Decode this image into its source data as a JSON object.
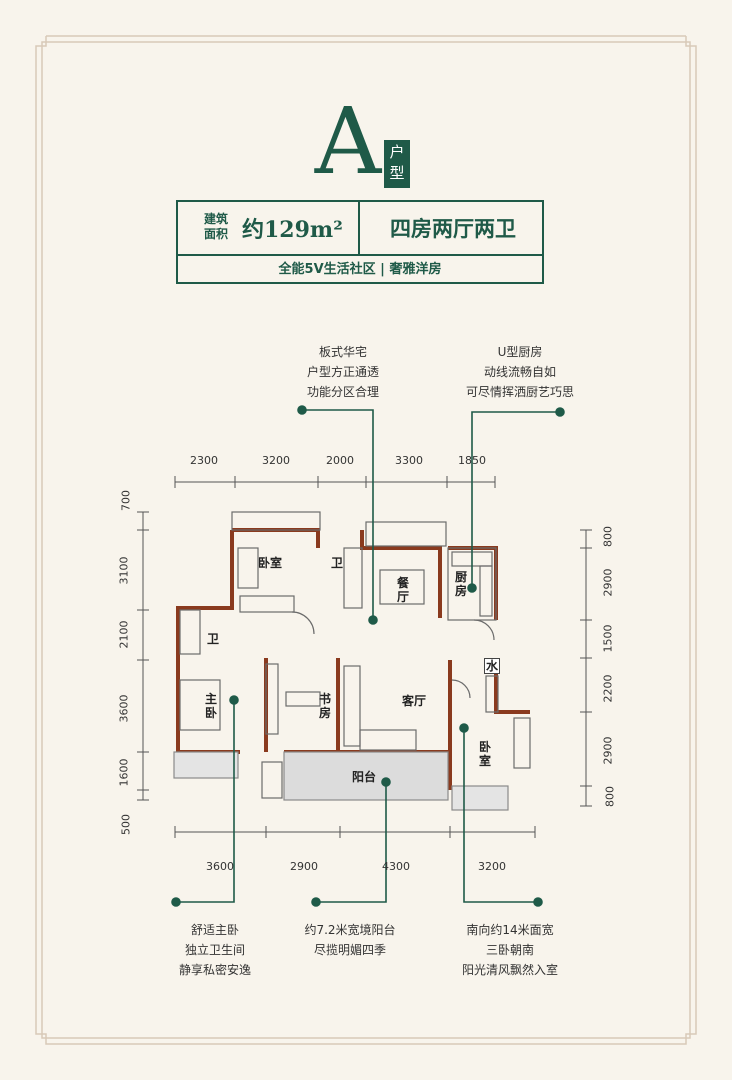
{
  "header": {
    "letter": "A",
    "type_chars": [
      "户",
      "型"
    ],
    "area_label_lines": [
      "建筑",
      "面积"
    ],
    "area_value": "约129m²",
    "layout": "四房两厅两卫",
    "tagline": "全能5V生活社区 | 奢雅洋房"
  },
  "callouts": {
    "top_center": [
      "板式华宅",
      "户型方正通透",
      "功能分区合理"
    ],
    "top_right": [
      "U型厨房",
      "动线流畅自如",
      "可尽情挥洒厨艺巧思"
    ],
    "bottom_left": [
      "舒适主卧",
      "独立卫生间",
      "静享私密安逸"
    ],
    "bottom_center": [
      "约7.2米宽境阳台",
      "尽揽明媚四季"
    ],
    "bottom_right": [
      "南向约14米面宽",
      "三卧朝南",
      "阳光清风飘然入室"
    ]
  },
  "dimensions": {
    "top": [
      "2300",
      "3200",
      "2000",
      "3300",
      "1850"
    ],
    "bottom": [
      "3600",
      "2900",
      "4300",
      "3200"
    ],
    "left": [
      "700",
      "3100",
      "2100",
      "3600",
      "1600",
      "500"
    ],
    "right": [
      "800",
      "2900",
      "1500",
      "2200",
      "2900",
      "800"
    ]
  },
  "rooms": {
    "bedroom_1": "卧室",
    "bath_1": "卫",
    "dining": "餐厅",
    "kitchen": "厨房",
    "bath_2": "卫",
    "master": "主卧",
    "study": "书房",
    "living": "客厅",
    "water": "水",
    "bedroom_2": "卧室",
    "balcony": "阳台"
  },
  "colors": {
    "accent": "#1f5a48",
    "background": "#f8f4ec",
    "wall": "#8a3a1e",
    "frame": "#d8c9b8"
  }
}
